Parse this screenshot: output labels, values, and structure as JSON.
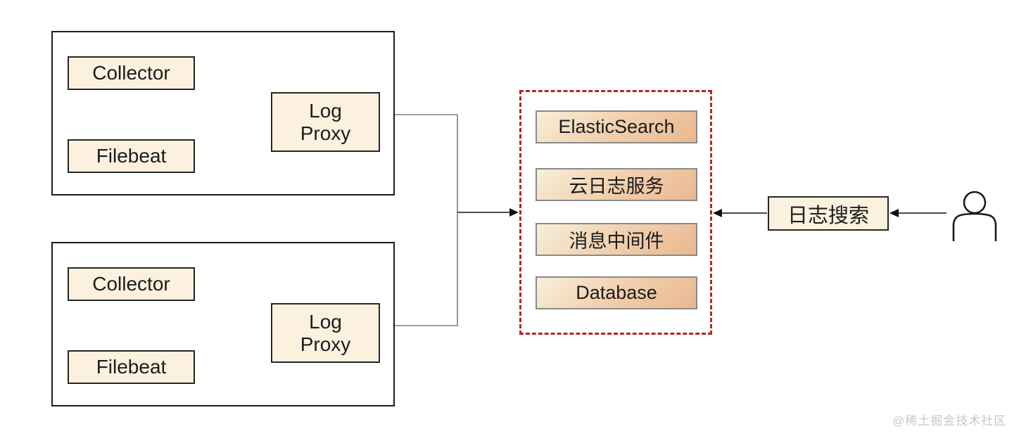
{
  "groups": [
    {
      "collector": "Collector",
      "filebeat": "Filebeat",
      "log_proxy": "Log Proxy"
    },
    {
      "collector": "Collector",
      "filebeat": "Filebeat",
      "log_proxy": "Log Proxy"
    }
  ],
  "center": {
    "services": [
      "ElasticSearch",
      "云日志服务",
      "消息中间件",
      "Database"
    ]
  },
  "search": {
    "label": "日志搜索"
  },
  "icons": {
    "user": "user-icon"
  },
  "watermark": "@稀土掘金技术社区",
  "colors": {
    "node_fill": "#fbf1de",
    "node_border": "#262626",
    "group_border": "#1c1c1c",
    "service_border": "#8a8a8a",
    "service_grad_a": "#f8efd9",
    "service_grad_b": "#f0cdab",
    "service_grad_c": "#eab890",
    "dashed_border": "#b02b20",
    "connector": "#7f7f7f",
    "arrow": "#111111",
    "text": "#1c1c1c",
    "watermark": "#c8c8c8"
  }
}
